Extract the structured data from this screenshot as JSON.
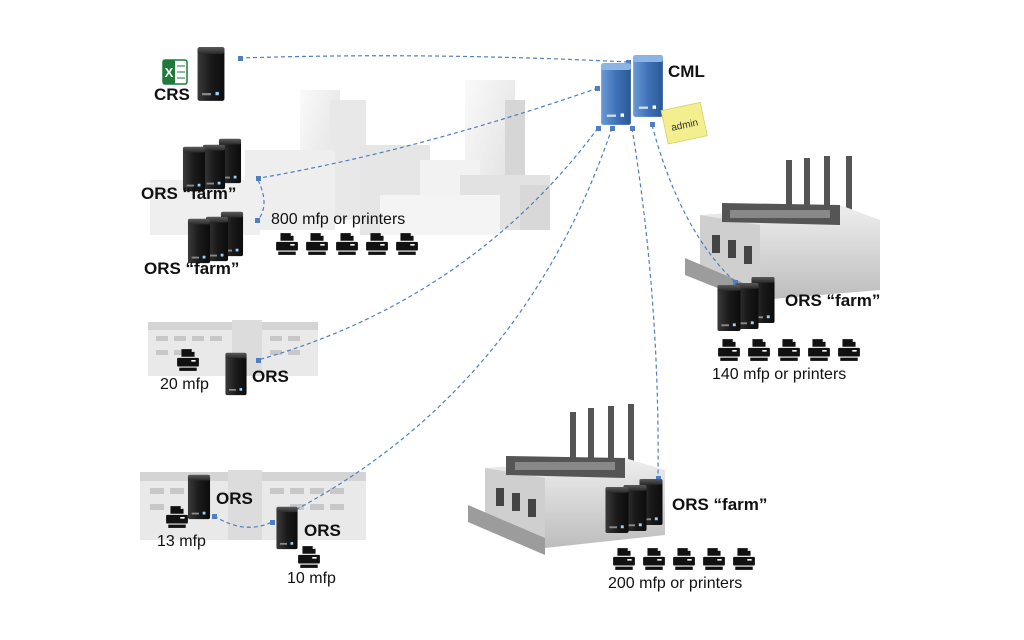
{
  "nodes": {
    "crs": {
      "label": "CRS"
    },
    "cml": {
      "label": "CML",
      "note": "admin"
    },
    "farm_top": {
      "label": "ORS “farm”"
    },
    "farm_mid": {
      "label": "ORS “farm”"
    },
    "printers_800": {
      "label": "800 mfp or printers",
      "count": 5
    },
    "ors_20": {
      "label": "ORS",
      "mfp": "20 mfp"
    },
    "ors_13": {
      "label": "ORS",
      "mfp": "13 mfp"
    },
    "ors_10": {
      "label": "ORS",
      "mfp": "10 mfp"
    },
    "farm_right": {
      "label": "ORS “farm”",
      "printers": "140 mfp or printers",
      "count": 5
    },
    "farm_bottom": {
      "label": "ORS “farm”",
      "printers": "200 mfp or printers",
      "count": 5
    }
  },
  "colors": {
    "link": "#4f7fc0",
    "cml_server": "#3f72b8",
    "server": "#1f1f1f",
    "note": "#f3ee8e",
    "excel": "#1f7a3a"
  },
  "icons": [
    "excel-icon",
    "server-icon",
    "printer-icon",
    "sticky-note-icon",
    "factory-icon",
    "office-building-icon",
    "city-skyline-icon"
  ]
}
